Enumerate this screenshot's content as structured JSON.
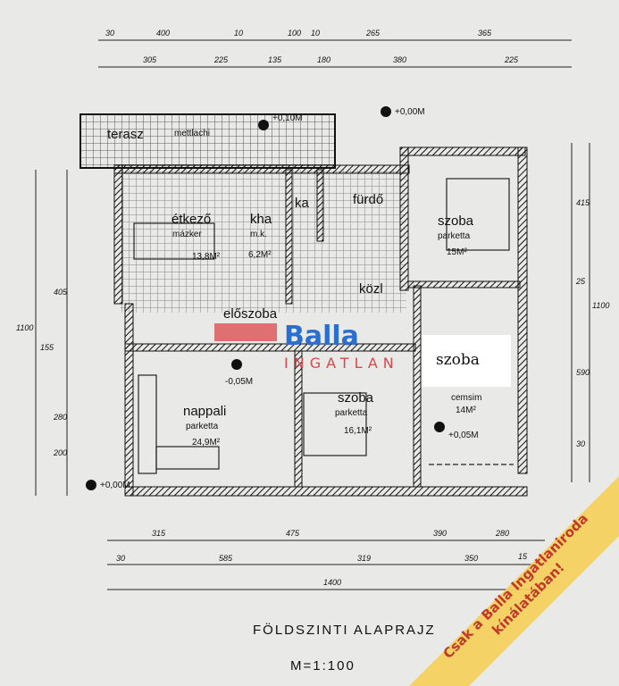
{
  "plan": {
    "title": "FÖLDSZINTI ALAPRAJZ",
    "scale": "M=1:100",
    "rooms": [
      {
        "name": "terasz",
        "floor": "mettlachi",
        "area": ""
      },
      {
        "name": "étkező",
        "floor": "mázker",
        "area": "13,8M²"
      },
      {
        "name": "kha",
        "floor": "m.k.",
        "area": "6,2M²"
      },
      {
        "name": "ka",
        "floor": "",
        "area": ""
      },
      {
        "name": "fürdő",
        "floor": "",
        "area": ""
      },
      {
        "name": "szoba",
        "floor": "parketta",
        "area": "15M²"
      },
      {
        "name": "előszoba",
        "floor": "",
        "area": ""
      },
      {
        "name": "közl",
        "floor": "",
        "area": ""
      },
      {
        "name": "nappali",
        "floor": "parketta",
        "area": "24,9M²"
      },
      {
        "name": "szoba",
        "floor": "parketta",
        "area": "16,1M²"
      },
      {
        "name": "szoba",
        "floor": "cemsim",
        "area": "14M²"
      }
    ],
    "levels": [
      "+0,00M",
      "+0,10M",
      "-0,05M",
      "+0,05M",
      "+0,00M"
    ],
    "dims_top_1": [
      "30",
      "400",
      "10",
      "100",
      "10",
      "265",
      "365"
    ],
    "dims_top_2": [
      "305",
      "225",
      "135",
      "180",
      "380",
      "225"
    ],
    "dims_bottom_1": [
      "315",
      "475",
      "390",
      "280"
    ],
    "dims_bottom_2": [
      "30",
      "585",
      "319",
      "350",
      "15"
    ],
    "dims_bottom_total": "1400",
    "dims_right": [
      "415",
      "25",
      "1100",
      "590",
      "30"
    ],
    "dims_left": [
      "1100",
      "155",
      "405",
      "280",
      "200"
    ]
  },
  "watermark": {
    "brand": "Balla",
    "sub": "INGATLAN"
  },
  "banner": {
    "line1": "Csak a Balla Ingatlaniroda",
    "line2": "kínálatában!"
  },
  "colors": {
    "paper": "#e9e9e7",
    "ink": "#111111",
    "banner": "#f4cf5b",
    "banner_text": "#c0392b",
    "wm_blue": "#2a6fd0",
    "wm_red": "#d9474a"
  }
}
